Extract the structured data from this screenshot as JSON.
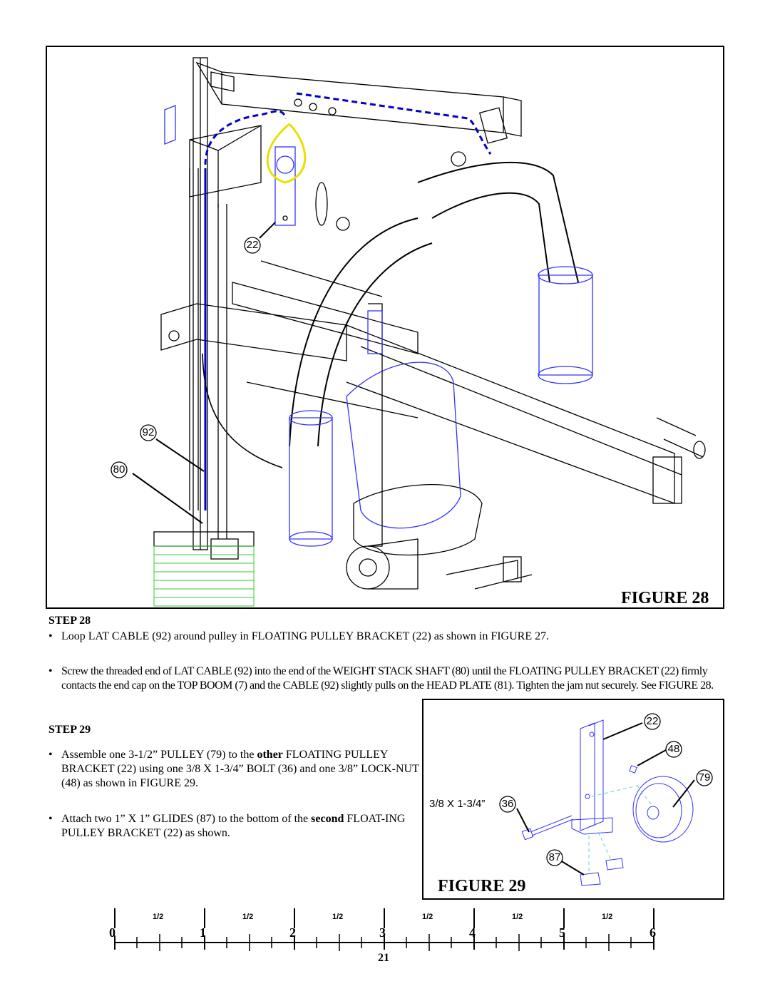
{
  "figure28": {
    "title": "FIGURE 28",
    "callouts": [
      "22",
      "92",
      "80"
    ]
  },
  "step28": {
    "heading": "STEP 28",
    "bullets": [
      "Loop LAT CABLE (92) around pulley in FLOATING PULLEY BRACKET (22) as shown in FIGURE 27.",
      "Screw the threaded end of LAT CABLE (92)  into the end of the WEIGHT STACK SHAFT (80) until the FLOATING PULLEY BRACKET (22)  firmly contacts the end cap on the TOP BOOM (7) and the CABLE (92) slightly pulls on the HEAD PLATE (81). Tighten the jam nut securely. See FIGURE 28."
    ]
  },
  "step29": {
    "heading": "STEP 29",
    "bullet1_pre": "Assemble one 3-1/2” PULLEY (79) to the ",
    "bullet1_bold": "other",
    "bullet1_post": " FLOATING PULLEY BRACKET (22) using one 3/8 X 1-3/4” BOLT (36) and one 3/8” LOCK-NUT (48) as shown in FIGURE 29.",
    "bullet2_pre": "Attach two 1” X 1” GLIDES (87) to the bottom of the ",
    "bullet2_bold": "second",
    "bullet2_post": " FLOAT-ING PULLEY BRACKET (22) as shown."
  },
  "figure29": {
    "title": "FIGURE 29",
    "callouts": [
      "22",
      "48",
      "79",
      "36",
      "87"
    ],
    "bolt_label": "3/8 X 1-3/4”"
  },
  "ruler": {
    "numbers": [
      "0",
      "1",
      "2",
      "3",
      "4",
      "5",
      "6"
    ],
    "half_label": "1/2"
  },
  "page_number": "21",
  "colors": {
    "cable": "#0000cc",
    "pulley_loop": "#e8e000",
    "weights": "#33cc33",
    "outline_blue": "#3333ff"
  }
}
